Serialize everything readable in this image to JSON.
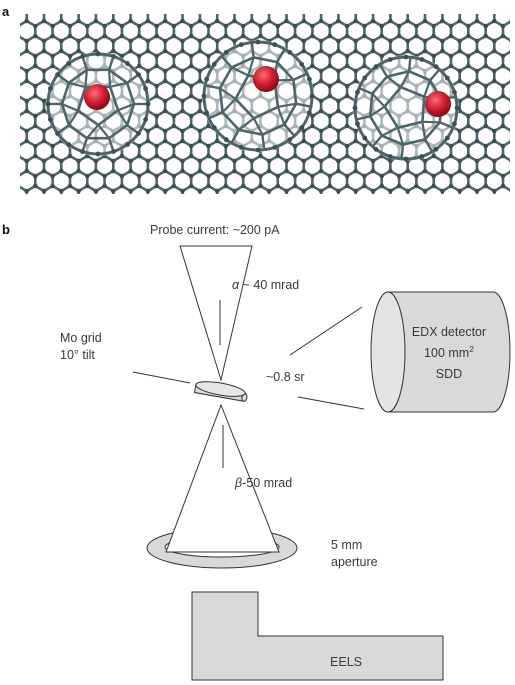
{
  "panel_a": {
    "label": "a",
    "colors": {
      "lattice": "#4d6468",
      "lattice_dark": "#3c5054",
      "atom": "#c51a2c"
    }
  },
  "panel_b": {
    "label": "b",
    "probe_current": "Probe current: ~200 pA",
    "alpha_symbol": "α",
    "alpha_value": " ~ 40 mrad",
    "mo_grid_line1": "Mo grid",
    "mo_grid_line2": "10° tilt",
    "solid_angle": "~0.8 sr",
    "edx_line1": "EDX detector",
    "edx_line2_base": "100 mm",
    "edx_line2_sup": "2",
    "edx_line3": "SDD",
    "beta_symbol": "β",
    "beta_value": "-50 mrad",
    "aperture_line1": "5 mm",
    "aperture_line2": "aperture",
    "eels_label": "EELS",
    "colors": {
      "fill_gray": "#d9d9d9",
      "stroke": "#333333"
    }
  }
}
